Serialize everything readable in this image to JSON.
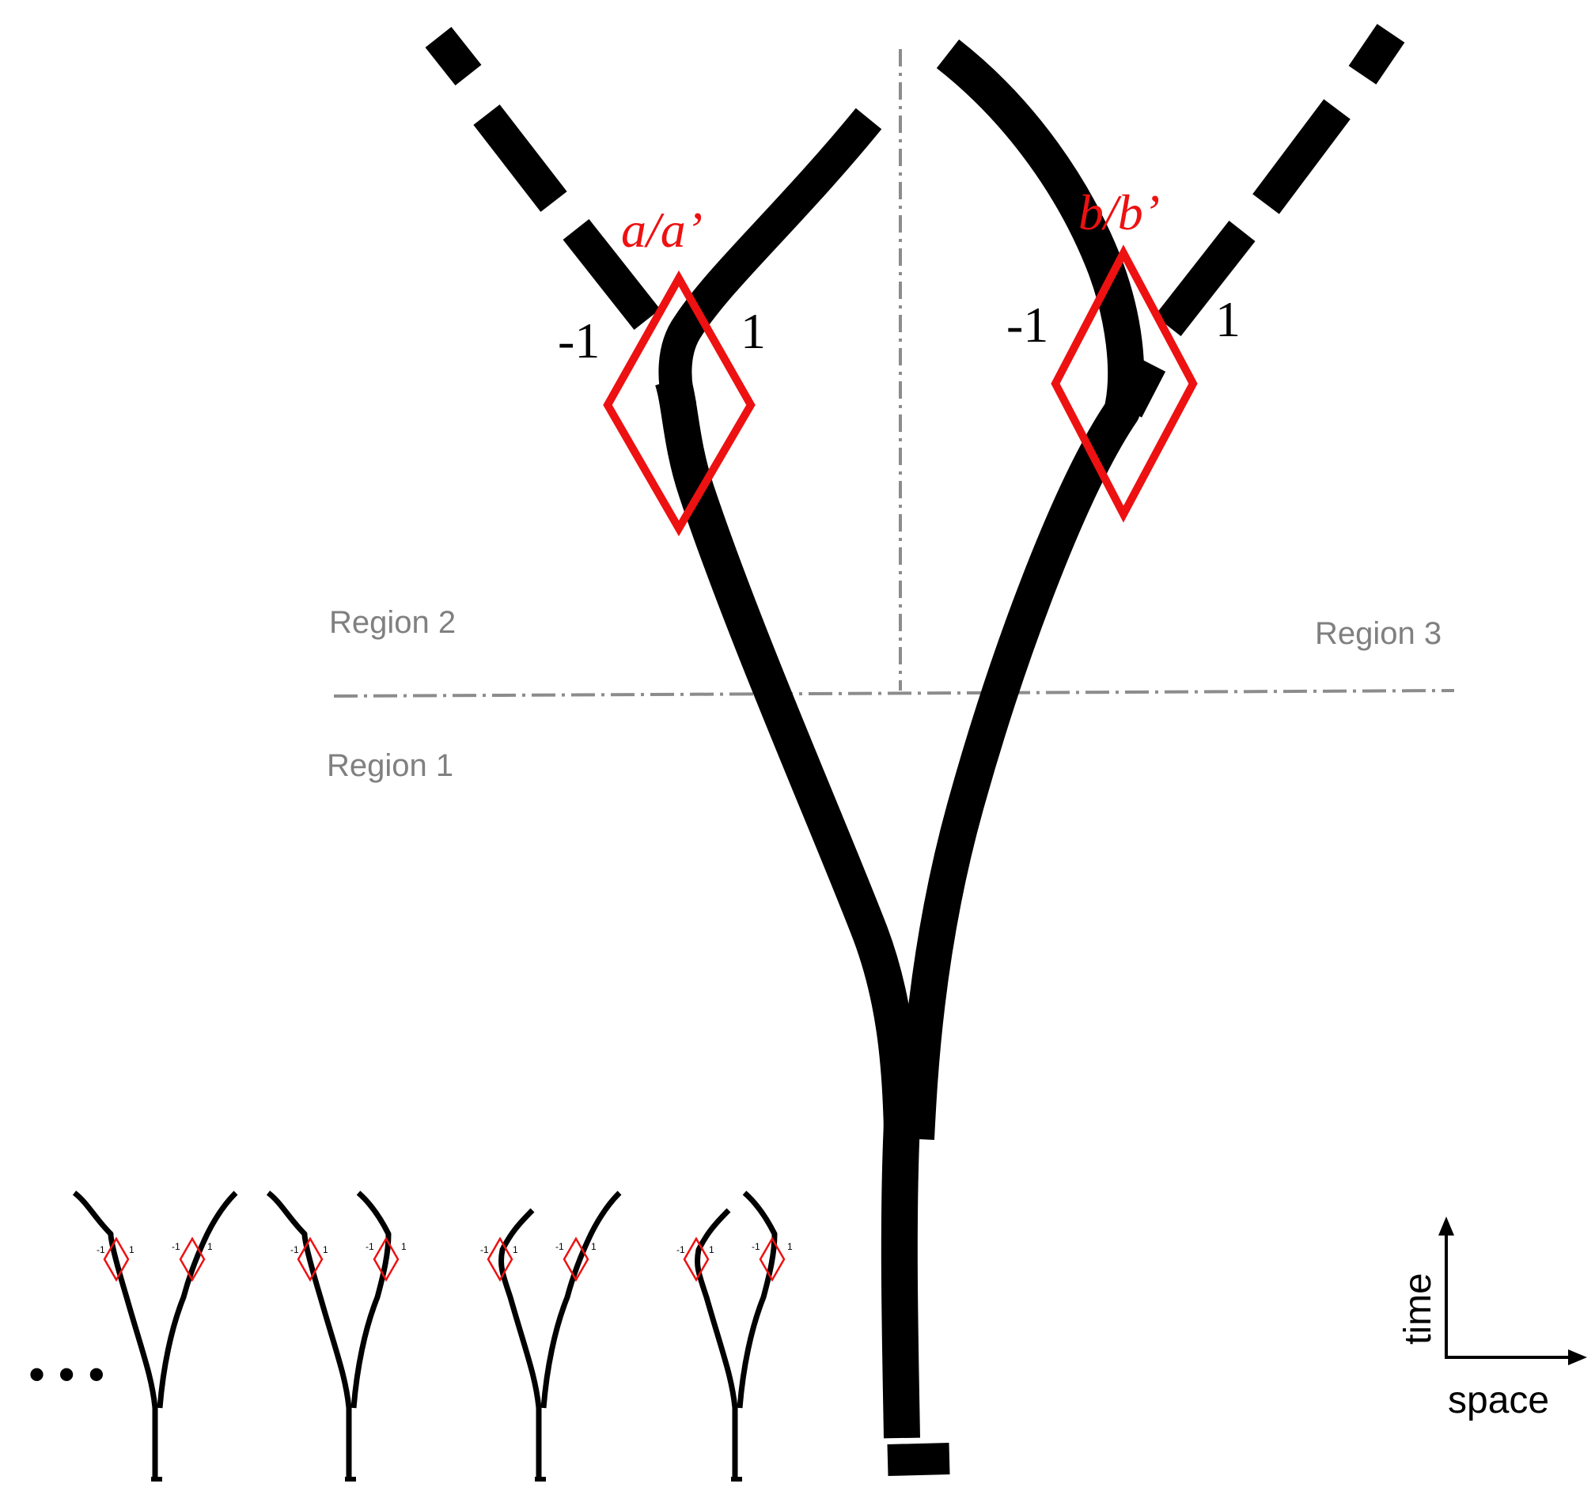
{
  "regions": {
    "region_1": "Region 1",
    "region_2": "Region 2",
    "region_3": "Region 3"
  },
  "defects": {
    "left_label": "a/a’",
    "right_label": "b/b’",
    "left_charges": {
      "minus": "-1",
      "plus": "1"
    },
    "right_charges": {
      "minus": "-1",
      "plus": "1"
    }
  },
  "axes": {
    "time_label": "time",
    "space_label": "space"
  },
  "ellipsis": "• • •",
  "thumbnails": [
    {
      "charges": [
        "-1",
        "1",
        "-1",
        "1"
      ]
    },
    {
      "charges": [
        "-1",
        "1",
        "-1",
        "1"
      ]
    },
    {
      "charges": [
        "-1",
        "1",
        "-1",
        "1"
      ]
    },
    {
      "charges": [
        "-1",
        "1",
        "-1",
        "1"
      ]
    }
  ],
  "colors": {
    "worldline": "#000000",
    "defect": "#ee1111",
    "divider": "#8c8c8c",
    "region_text": "#808080"
  }
}
